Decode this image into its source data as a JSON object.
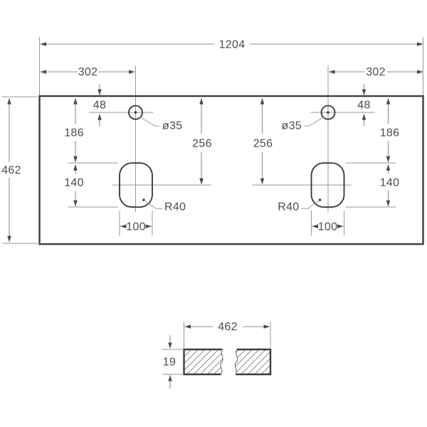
{
  "drawing": {
    "plan_view": {
      "width_label": "1204",
      "depth_label": "462",
      "side_offset_label": "302",
      "hole_front_offset_label": "48",
      "hole_diameter_label": "ø35",
      "cutout_top_offset_label": "186",
      "cutout_center_depth_label": "256",
      "cutout_height_label": "140",
      "cutout_width_label": "100",
      "cutout_radius_label": "R40"
    },
    "section_view": {
      "depth_label": "462",
      "thickness_label": "19"
    },
    "colors": {
      "heavy_line": "#3d3d3d",
      "thin_line": "#8f8f8f",
      "text": "#4b4b4b",
      "background": "#ffffff"
    }
  }
}
